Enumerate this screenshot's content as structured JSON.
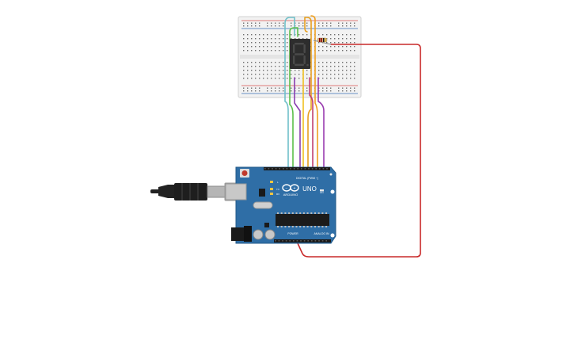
{
  "canvas": {
    "background": "#ffffff"
  },
  "breadboard": {
    "color": "#f2f2f2",
    "rail_red": "#d9534f",
    "rail_blue": "#3a6fb7"
  },
  "display": {
    "digit": "8",
    "color": "#2d2d2d",
    "segment_off": "#4a4a4a"
  },
  "resistor": {
    "bands": [
      "#8b0000",
      "#8b0000",
      "#1a1a1a",
      "#d4af37"
    ]
  },
  "arduino": {
    "board_color": "#2f6ea6",
    "brand": "ARDUINO",
    "model": "UNO",
    "digital_label": "DIGITAL (PWM ~)",
    "power_label": "POWER",
    "analog_label": "ANALOG IN",
    "tx_label": "TX",
    "rx_label": "RX",
    "l_label": "L",
    "on_label": "ON"
  },
  "usb": {
    "cable_color": "#222222",
    "plug_color": "#c8c8c8"
  },
  "wires": [
    {
      "color": "#6fc0c9"
    },
    {
      "color": "#5bbf4a"
    },
    {
      "color": "#8a3fb0"
    },
    {
      "color": "#f0c020"
    },
    {
      "color": "#e8a020"
    },
    {
      "color": "#c04070"
    },
    {
      "color": "#9a3db0"
    },
    {
      "color": "#c92a2a"
    }
  ]
}
